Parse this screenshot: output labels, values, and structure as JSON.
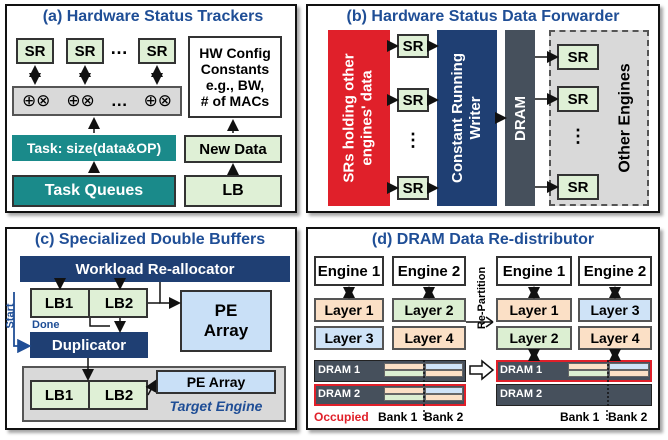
{
  "panel_a": {
    "title": "(a) Hardware Status Trackers",
    "sr_label": "SR",
    "ellipsis": "…",
    "config_line1": "HW Config",
    "config_line2": "Constants",
    "config_line3": "e.g., BW,",
    "config_line4": "# of MACs",
    "ops_symbol": "⊕⊗",
    "task_label": "Task: size(data&OP)",
    "new_data_label": "New Data",
    "task_queues_label": "Task Queues",
    "lb_label": "LB"
  },
  "panel_b": {
    "title": "(b) Hardware Status Data Forwarder",
    "srs_holding_line1": "SRs holding other",
    "srs_holding_line2": "engines' data",
    "sr_label": "SR",
    "vdots": "⋮",
    "writer_line1": "Constant Running",
    "writer_line2": "Writer",
    "dram_label": "DRAM",
    "other_engines_label": "Other Engines"
  },
  "panel_c": {
    "title": "(c) Specialized Double Buffers",
    "workload_label": "Workload Re-allocator",
    "lb1": "LB1",
    "lb2": "LB2",
    "start_label": "Start",
    "done_label": "Done",
    "duplicator_label": "Duplicator",
    "pe_line1": "PE",
    "pe_line2": "Array",
    "pe_array_label": "PE Array",
    "target_engine_label": "Target Engine"
  },
  "panel_d": {
    "title": "(d) DRAM Data Re-distributor",
    "engine1": "Engine 1",
    "engine2": "Engine 2",
    "repartition_label": "Re-Partition",
    "layer1": "Layer 1",
    "layer2": "Layer 2",
    "layer3": "Layer 3",
    "layer4": "Layer 4",
    "dram1": "DRAM 1",
    "dram2": "DRAM 2",
    "occupied_label": "Occupied",
    "bank1": "Bank 1",
    "bank2": "Bank 2"
  },
  "colors": {
    "title_blue": "#1f4e96",
    "navy": "#1f3f73",
    "teal": "#1a8a8a",
    "green_light": "#dff0d6",
    "slate": "#46505c",
    "pe_blue": "#c9e0f7",
    "layer_peach": "#fbe0c6",
    "layer_green": "#dcefd2",
    "layer_blue": "#cfe3f7",
    "occupied_red": "#e0202a"
  }
}
